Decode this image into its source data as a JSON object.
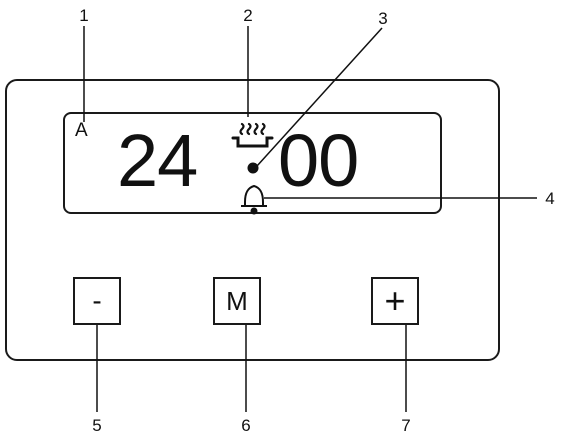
{
  "display": {
    "mode_letter": "A",
    "hours": "24",
    "minutes": "00",
    "icons": {
      "top": "steam-pot-icon",
      "middle": "colon-dot",
      "bottom": "bell-icon"
    }
  },
  "buttons": {
    "minus_label": "-",
    "menu_label": "M",
    "plus_label": "+"
  },
  "callouts": {
    "c1": "1",
    "c2": "2",
    "c3": "3",
    "c4": "4",
    "c5": "5",
    "c6": "6",
    "c7": "7"
  }
}
